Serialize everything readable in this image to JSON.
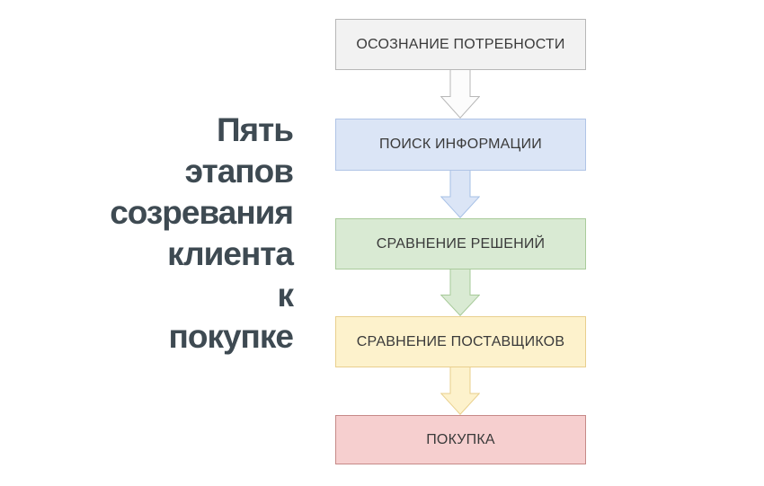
{
  "title": {
    "text": "Пять этапов созревания клиента к покупке",
    "lines": [
      "Пять",
      "этапов",
      "созревания",
      "клиента",
      "к",
      "покупке"
    ],
    "color": "#3e4a52"
  },
  "flow": {
    "text_color": "#3a3a3a",
    "steps": [
      {
        "label": "ОСОЗНАНИЕ ПОТРЕБНОСТИ",
        "fill": "#f2f2f2",
        "border": "#b7b7b7",
        "arrow_fill": "#fcfcfc",
        "arrow_stroke": "#b7b7b7"
      },
      {
        "label": "ПОИСК ИНФОРМАЦИИ",
        "fill": "#dbe5f6",
        "border": "#b0c4e6",
        "arrow_fill": "#dbe5f6",
        "arrow_stroke": "#a6c0e6"
      },
      {
        "label": "СРАВНЕНИЕ РЕШЕНИЙ",
        "fill": "#d9ead3",
        "border": "#a9cb9b",
        "arrow_fill": "#d9ead3",
        "arrow_stroke": "#a6c998"
      },
      {
        "label": "СРАВНЕНИЕ ПОСТАВЩИКОВ",
        "fill": "#fdf2cc",
        "border": "#e9cf8e",
        "arrow_fill": "#fdf2cc",
        "arrow_stroke": "#e8cf8b"
      },
      {
        "label": "ПОКУПКА",
        "fill": "#f6cfcf",
        "border": "#c68a88",
        "arrow_fill": null,
        "arrow_stroke": null
      }
    ]
  }
}
